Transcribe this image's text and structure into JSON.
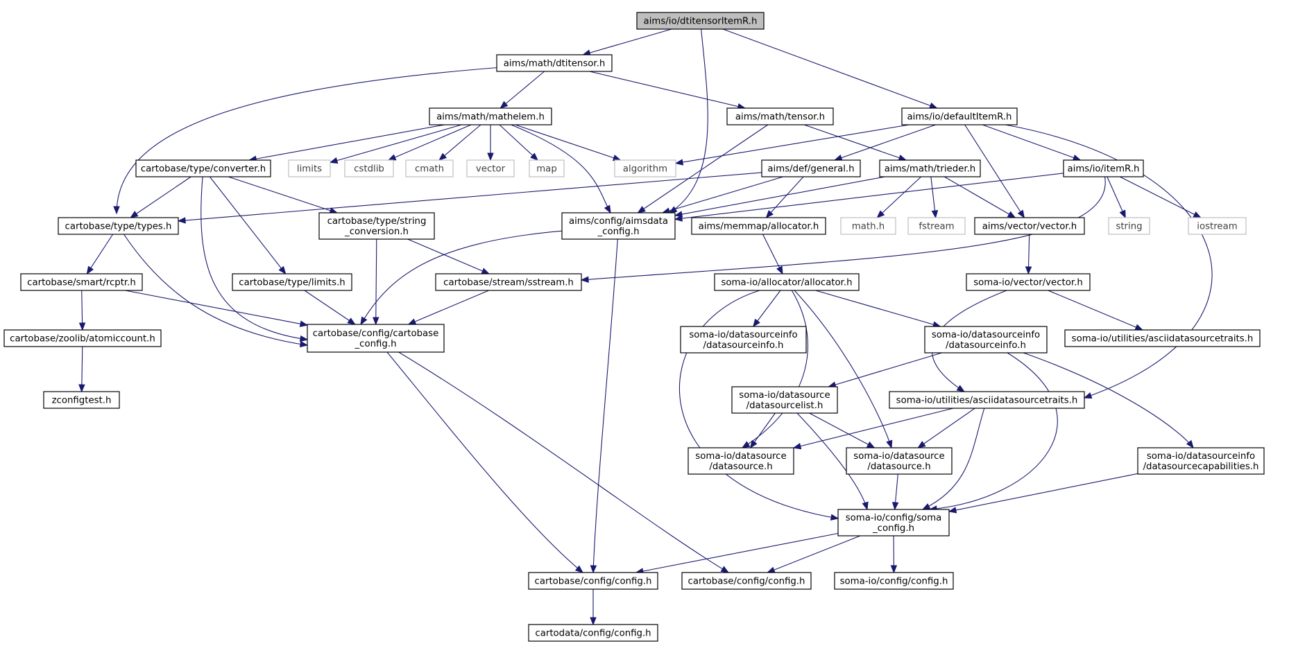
{
  "graph": {
    "nodes": [
      {
        "id": "dtitensorItemR",
        "lines": [
          "aims/io/dtitensorItemR.h"
        ],
        "style": "root"
      },
      {
        "id": "dtitensor",
        "lines": [
          "aims/math/dtitensor.h"
        ],
        "style": "header"
      },
      {
        "id": "mathelem",
        "lines": [
          "aims/math/mathelem.h"
        ],
        "style": "header"
      },
      {
        "id": "tensor",
        "lines": [
          "aims/math/tensor.h"
        ],
        "style": "header"
      },
      {
        "id": "defaultItemR",
        "lines": [
          "aims/io/defaultItemR.h"
        ],
        "style": "header"
      },
      {
        "id": "converter",
        "lines": [
          "cartobase/type/converter.h"
        ],
        "style": "header"
      },
      {
        "id": "limits",
        "lines": [
          "limits"
        ],
        "style": "system"
      },
      {
        "id": "cstdlib",
        "lines": [
          "cstdlib"
        ],
        "style": "system"
      },
      {
        "id": "cmath",
        "lines": [
          "cmath"
        ],
        "style": "system"
      },
      {
        "id": "vector",
        "lines": [
          "vector"
        ],
        "style": "system"
      },
      {
        "id": "map",
        "lines": [
          "map"
        ],
        "style": "system"
      },
      {
        "id": "algorithm",
        "lines": [
          "algorithm"
        ],
        "style": "system"
      },
      {
        "id": "general",
        "lines": [
          "aims/def/general.h"
        ],
        "style": "header"
      },
      {
        "id": "trieder",
        "lines": [
          "aims/math/trieder.h"
        ],
        "style": "header"
      },
      {
        "id": "itemR",
        "lines": [
          "aims/io/itemR.h"
        ],
        "style": "header"
      },
      {
        "id": "types",
        "lines": [
          "cartobase/type/types.h"
        ],
        "style": "header"
      },
      {
        "id": "string_conversion",
        "lines": [
          "cartobase/type/string",
          "_conversion.h"
        ],
        "style": "header"
      },
      {
        "id": "aimsdata_config",
        "lines": [
          "aims/config/aimsdata",
          "_config.h"
        ],
        "style": "header"
      },
      {
        "id": "allocator_aims",
        "lines": [
          "aims/memmap/allocator.h"
        ],
        "style": "header"
      },
      {
        "id": "math_h",
        "lines": [
          "math.h"
        ],
        "style": "system"
      },
      {
        "id": "fstream",
        "lines": [
          "fstream"
        ],
        "style": "system"
      },
      {
        "id": "aims_vector",
        "lines": [
          "aims/vector/vector.h"
        ],
        "style": "header"
      },
      {
        "id": "string",
        "lines": [
          "string"
        ],
        "style": "system"
      },
      {
        "id": "iostream",
        "lines": [
          "iostream"
        ],
        "style": "system"
      },
      {
        "id": "rcptr",
        "lines": [
          "cartobase/smart/rcptr.h"
        ],
        "style": "header"
      },
      {
        "id": "type_limits",
        "lines": [
          "cartobase/type/limits.h"
        ],
        "style": "header"
      },
      {
        "id": "sstream",
        "lines": [
          "cartobase/stream/sstream.h"
        ],
        "style": "header"
      },
      {
        "id": "soma_allocator",
        "lines": [
          "soma-io/allocator/allocator.h"
        ],
        "style": "header"
      },
      {
        "id": "soma_vector",
        "lines": [
          "soma-io/vector/vector.h"
        ],
        "style": "header"
      },
      {
        "id": "atomiccount",
        "lines": [
          "cartobase/zoolib/atomiccount.h"
        ],
        "style": "header"
      },
      {
        "id": "cartobase_config",
        "lines": [
          "cartobase/config/cartobase",
          "_config.h"
        ],
        "style": "header"
      },
      {
        "id": "dsinfo_a",
        "lines": [
          "soma-io/datasourceinfo",
          "/datasourceinfo.h"
        ],
        "style": "header"
      },
      {
        "id": "dsinfo_b",
        "lines": [
          "soma-io/datasourceinfo",
          "/datasourceinfo.h"
        ],
        "style": "header"
      },
      {
        "id": "asciitraits_a",
        "lines": [
          "soma-io/utilities/asciidatasourcetraits.h"
        ],
        "style": "header"
      },
      {
        "id": "zconfigtest",
        "lines": [
          "zconfigtest.h"
        ],
        "style": "header"
      },
      {
        "id": "dslist",
        "lines": [
          "soma-io/datasource",
          "/datasourcelist.h"
        ],
        "style": "header"
      },
      {
        "id": "asciitraits_b",
        "lines": [
          "soma-io/utilities/asciidatasourcetraits.h"
        ],
        "style": "header"
      },
      {
        "id": "datasource_a",
        "lines": [
          "soma-io/datasource",
          "/datasource.h"
        ],
        "style": "header"
      },
      {
        "id": "datasource_b",
        "lines": [
          "soma-io/datasource",
          "/datasource.h"
        ],
        "style": "header"
      },
      {
        "id": "dscap",
        "lines": [
          "soma-io/datasourceinfo",
          "/datasourcecapabilities.h"
        ],
        "style": "header"
      },
      {
        "id": "soma_config",
        "lines": [
          "soma-io/config/soma",
          "_config.h"
        ],
        "style": "header"
      },
      {
        "id": "cb_config_a",
        "lines": [
          "cartobase/config/config.h"
        ],
        "style": "header"
      },
      {
        "id": "cb_config_b",
        "lines": [
          "cartobase/config/config.h"
        ],
        "style": "header"
      },
      {
        "id": "somaio_config",
        "lines": [
          "soma-io/config/config.h"
        ],
        "style": "header"
      },
      {
        "id": "cartodata_config",
        "lines": [
          "cartodata/config/config.h"
        ],
        "style": "header"
      }
    ],
    "edges": [
      [
        "dtitensorItemR",
        "dtitensor"
      ],
      [
        "dtitensorItemR",
        "aimsdata_config"
      ],
      [
        "dtitensorItemR",
        "defaultItemR"
      ],
      [
        "dtitensor",
        "types"
      ],
      [
        "dtitensor",
        "mathelem"
      ],
      [
        "dtitensor",
        "tensor"
      ],
      [
        "mathelem",
        "converter"
      ],
      [
        "mathelem",
        "limits"
      ],
      [
        "mathelem",
        "cstdlib"
      ],
      [
        "mathelem",
        "cmath"
      ],
      [
        "mathelem",
        "vector"
      ],
      [
        "mathelem",
        "map"
      ],
      [
        "mathelem",
        "algorithm"
      ],
      [
        "mathelem",
        "aimsdata_config"
      ],
      [
        "tensor",
        "aimsdata_config"
      ],
      [
        "tensor",
        "trieder"
      ],
      [
        "defaultItemR",
        "algorithm"
      ],
      [
        "defaultItemR",
        "general"
      ],
      [
        "defaultItemR",
        "aims_vector"
      ],
      [
        "defaultItemR",
        "itemR"
      ],
      [
        "defaultItemR",
        "asciitraits_b"
      ],
      [
        "converter",
        "types"
      ],
      [
        "converter",
        "string_conversion"
      ],
      [
        "converter",
        "type_limits"
      ],
      [
        "converter",
        "cartobase_config"
      ],
      [
        "general",
        "types"
      ],
      [
        "general",
        "aimsdata_config"
      ],
      [
        "general",
        "allocator_aims"
      ],
      [
        "trieder",
        "aimsdata_config"
      ],
      [
        "trieder",
        "math_h"
      ],
      [
        "trieder",
        "fstream"
      ],
      [
        "trieder",
        "aims_vector"
      ],
      [
        "itemR",
        "aimsdata_config"
      ],
      [
        "itemR",
        "sstream"
      ],
      [
        "itemR",
        "string"
      ],
      [
        "itemR",
        "iostream"
      ],
      [
        "types",
        "rcptr"
      ],
      [
        "types",
        "cartobase_config"
      ],
      [
        "string_conversion",
        "sstream"
      ],
      [
        "string_conversion",
        "cartobase_config"
      ],
      [
        "aimsdata_config",
        "cartobase_config"
      ],
      [
        "aimsdata_config",
        "cb_config_a"
      ],
      [
        "allocator_aims",
        "soma_allocator"
      ],
      [
        "aims_vector",
        "soma_vector"
      ],
      [
        "rcptr",
        "atomiccount"
      ],
      [
        "rcptr",
        "cartobase_config"
      ],
      [
        "type_limits",
        "cartobase_config"
      ],
      [
        "sstream",
        "cartobase_config"
      ],
      [
        "soma_allocator",
        "dsinfo_a"
      ],
      [
        "soma_allocator",
        "dsinfo_b"
      ],
      [
        "soma_allocator",
        "datasource_a"
      ],
      [
        "soma_allocator",
        "datasource_b"
      ],
      [
        "soma_allocator",
        "soma_config"
      ],
      [
        "soma_vector",
        "asciitraits_a"
      ],
      [
        "soma_vector",
        "asciitraits_b"
      ],
      [
        "atomiccount",
        "zconfigtest"
      ],
      [
        "cartobase_config",
        "cb_config_a"
      ],
      [
        "cartobase_config",
        "cb_config_b"
      ],
      [
        "dsinfo_b",
        "dslist"
      ],
      [
        "dsinfo_b",
        "dscap"
      ],
      [
        "dsinfo_b",
        "soma_config"
      ],
      [
        "dslist",
        "datasource_a"
      ],
      [
        "dslist",
        "datasource_b"
      ],
      [
        "dslist",
        "soma_config"
      ],
      [
        "asciitraits_b",
        "datasource_a"
      ],
      [
        "asciitraits_b",
        "datasource_b"
      ],
      [
        "asciitraits_b",
        "soma_config"
      ],
      [
        "datasource_b",
        "soma_config"
      ],
      [
        "dscap",
        "soma_config"
      ],
      [
        "soma_config",
        "cb_config_a"
      ],
      [
        "soma_config",
        "cb_config_b"
      ],
      [
        "soma_config",
        "somaio_config"
      ],
      [
        "cb_config_a",
        "cartodata_config"
      ]
    ]
  },
  "colors": {
    "edge": "#191970",
    "root_fill": "#bfbfbf",
    "node_stroke": "#000000",
    "system_stroke": "#bfbfbf",
    "system_text": "#404040"
  }
}
